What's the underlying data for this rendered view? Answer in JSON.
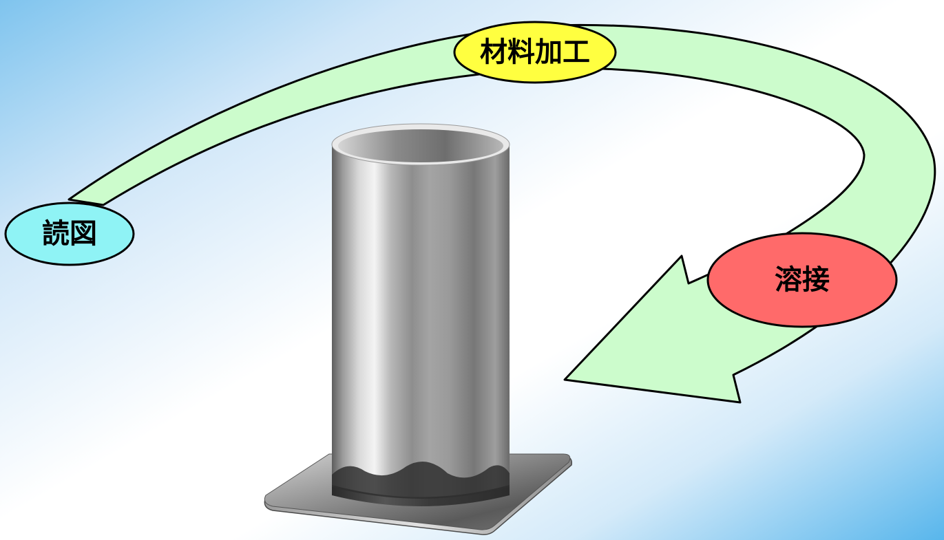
{
  "diagram": {
    "steps": [
      {
        "id": "reading",
        "label": "読図",
        "color": "#8ff3f5"
      },
      {
        "id": "material",
        "label": "材料加工",
        "color": "#ffff40"
      },
      {
        "id": "welding",
        "label": "溶接",
        "color": "#ff6a6a"
      }
    ],
    "arrow_color": "#ccfccc",
    "object": "welded-pipe-on-base-plate"
  }
}
